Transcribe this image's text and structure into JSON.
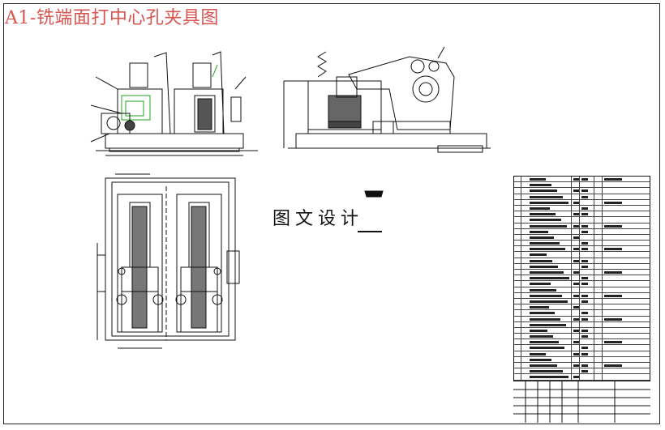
{
  "title": "A1-铣端面打中心孔夹具图",
  "watermark": "图文设计",
  "bom": {
    "rows": 35
  },
  "colors": {
    "title": "#d9534f",
    "line": "#111111",
    "accent_green": "#1fa31f"
  },
  "icons": [
    "front-view",
    "side-view",
    "top-view",
    "section-marker"
  ]
}
